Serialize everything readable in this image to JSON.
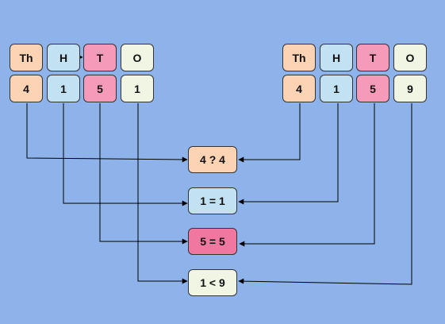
{
  "colors": {
    "background": "#8db3ea",
    "thousands": "#fcd4b4",
    "hundreds": "#c2e1f2",
    "tens": "#f59ab8",
    "ones": "#f1f5e4",
    "line": "#000000"
  },
  "left_number": {
    "headers": [
      "Th",
      "H",
      "T",
      "O"
    ],
    "digits": [
      "4",
      "1",
      "5",
      "1"
    ]
  },
  "right_number": {
    "headers": [
      "Th",
      "H",
      "T",
      "O"
    ],
    "digits": [
      "4",
      "1",
      "5",
      "9"
    ]
  },
  "comparisons": [
    "4 ? 4",
    "1 = 1",
    "5 = 5",
    "1 < 9"
  ]
}
